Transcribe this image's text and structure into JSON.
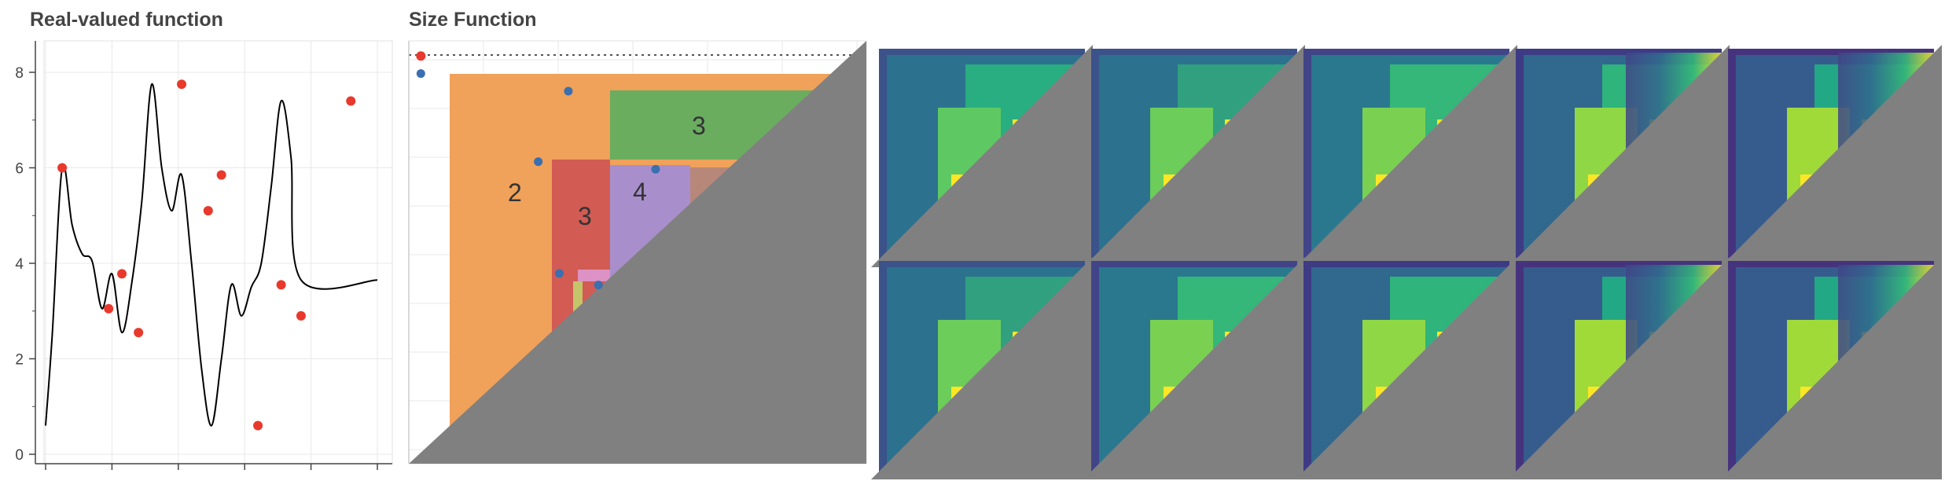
{
  "panel_titles": {
    "left": "Real-valued function",
    "middle": "Size Function"
  },
  "colors": {
    "curve": "#000000",
    "extrema_point": "#e8392c",
    "size_point": "#3a6fb0",
    "gray_mask": "#808080",
    "grid": "#e5e5e5",
    "frame": "#cccccc"
  },
  "chart_data": [
    {
      "type": "line",
      "title": "Real-valued function",
      "xlabel": "",
      "ylabel": "",
      "xlim": [
        0,
        100
      ],
      "ylim": [
        -0.1,
        8.4
      ],
      "y_ticks": [
        "0",
        "2",
        "4",
        "6",
        "8"
      ],
      "x_ticks_shown_without_labels": [
        0,
        20,
        40,
        60,
        80,
        100
      ],
      "grid": true,
      "series": [
        {
          "x": [
            0,
            2,
            5,
            8,
            11,
            14,
            17,
            20,
            23,
            26,
            29,
            32,
            35,
            38,
            41,
            44,
            47,
            50,
            53,
            56,
            59,
            62,
            65,
            68,
            71,
            74,
            77,
            80,
            83,
            86,
            89,
            92,
            95,
            98,
            100
          ],
          "y": [
            0.6,
            2.5,
            6.0,
            4.8,
            4.2,
            4.05,
            3.05,
            3.78,
            2.55,
            3.6,
            5.3,
            7.75,
            6.0,
            5.1,
            5.85,
            4.0,
            1.8,
            0.6,
            2.0,
            3.55,
            2.9,
            3.5,
            4.0,
            5.6,
            7.4,
            6.2,
            3.65,
            3.3,
            3.3,
            3.3,
            3.3,
            3.3,
            3.3,
            3.3,
            3.65
          ],
          "note_points_used": 27
        }
      ],
      "extrema": {
        "x": [
          5,
          19,
          23,
          28,
          41,
          49,
          53,
          64,
          71,
          77,
          92
        ],
        "y": [
          6.0,
          3.05,
          3.78,
          2.55,
          7.75,
          5.1,
          5.85,
          0.6,
          3.55,
          2.9,
          7.4
        ]
      }
    },
    {
      "type": "heatmap",
      "title": "Size Function",
      "threshold_point": {
        "x": 0.6,
        "y": 8.1
      },
      "corner_points": {
        "x": [
          0.6,
          2.55,
          2.9,
          3.05,
          3.55,
          4.5
        ],
        "y": [
          7.75,
          6.0,
          3.78,
          7.4,
          3.55,
          5.85
        ]
      },
      "region_labels": [
        "2",
        "3",
        "3",
        "4"
      ]
    }
  ]
}
